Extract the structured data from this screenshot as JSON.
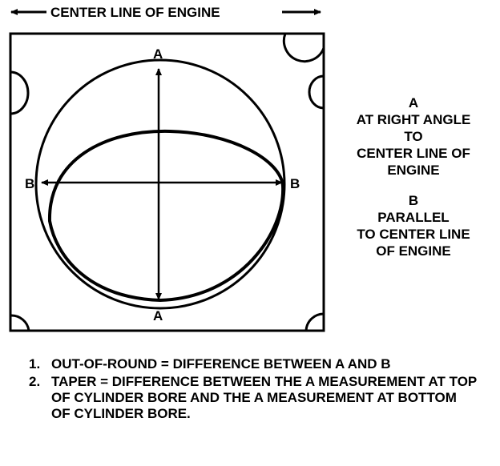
{
  "title": "CENTER LINE OF ENGINE",
  "labels": {
    "a_top": "A",
    "a_bottom": "A",
    "b_left": "B",
    "b_right": "B"
  },
  "side_notes": [
    {
      "letter": "A",
      "lines": [
        "AT RIGHT ANGLE",
        "TO",
        "CENTER LINE OF",
        "ENGINE"
      ]
    },
    {
      "letter": "B",
      "lines": [
        "PARALLEL",
        "TO CENTER LINE",
        "OF ENGINE"
      ]
    }
  ],
  "notes": [
    {
      "num": "1.",
      "text": "OUT-OF-ROUND = DIFFERENCE BETWEEN A AND B"
    },
    {
      "num": "2.",
      "text": "TAPER = DIFFERENCE BETWEEN THE A MEASUREMENT AT TOP OF CYLINDER BORE AND THE A MEASUREMENT AT BOTTOM OF CYLINDER BORE."
    }
  ]
}
